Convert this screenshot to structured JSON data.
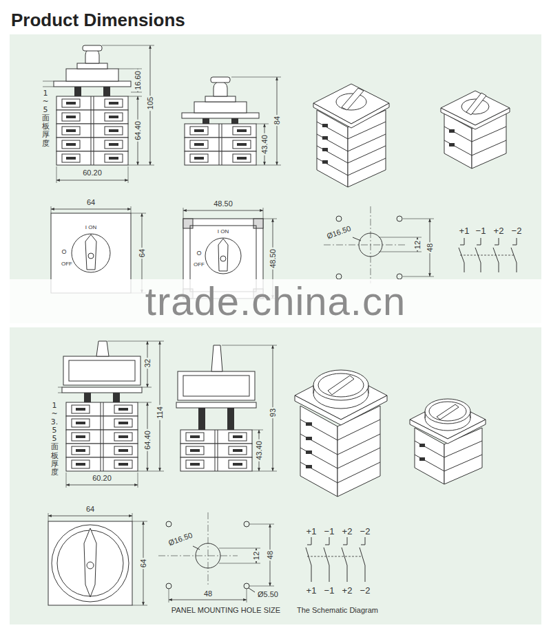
{
  "diagram": {
    "title": "Product Dimensions",
    "labels": [
      "1~5面板厚度",
      "16.60",
      "105",
      "64.40",
      "60.20",
      "84",
      "43.40",
      "64",
      "64",
      "I ON",
      "O",
      "OFF",
      "48.50",
      "48.50",
      "I ON",
      "O",
      "OFF",
      "Ø16.50",
      "12",
      "48",
      "+1",
      "−1",
      "+2",
      "−2",
      "trade.china.cn",
      "1~3.55面板厚度",
      "32",
      "114",
      "64.40",
      "60.20",
      "93",
      "43.40",
      "64",
      "64",
      "Ø16.50",
      "12",
      "48",
      "48",
      "Ø5.50",
      "+1",
      "−1",
      "+2",
      "−2",
      "+1",
      "−1",
      "+2",
      "−2",
      "PANEL MOUNTING HOLE SIZE",
      "The Schematic Diagram"
    ]
  }
}
